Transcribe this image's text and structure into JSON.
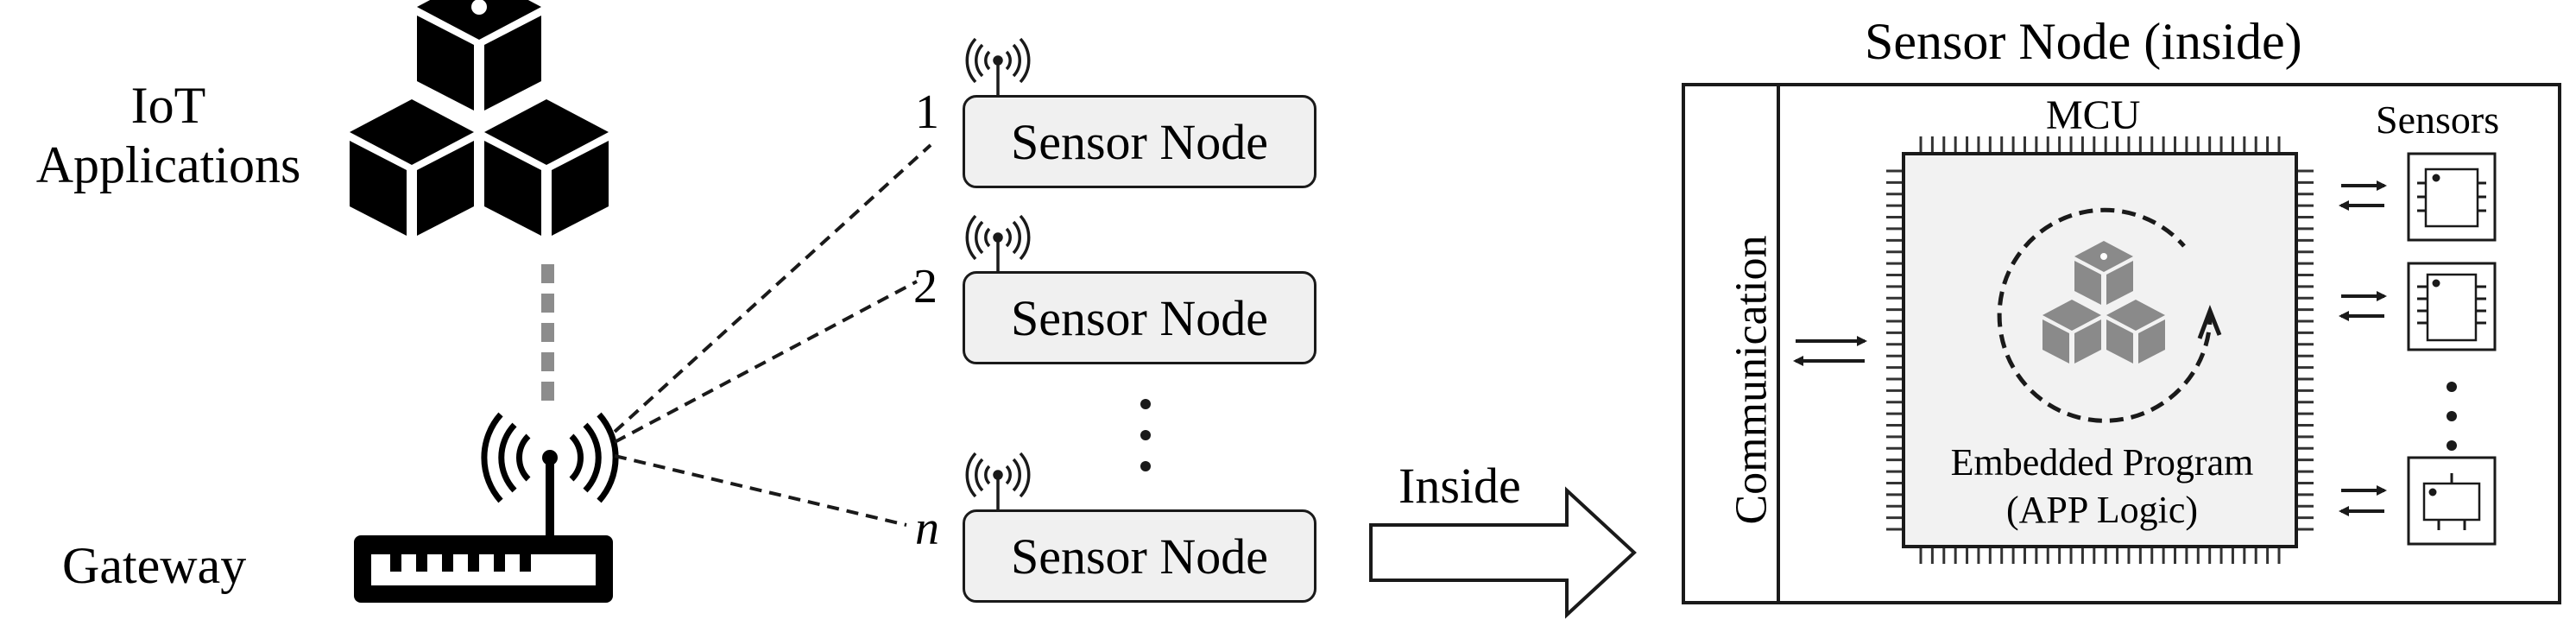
{
  "labels": {
    "iot_applications_line1": "IoT",
    "iot_applications_line2": "Applications",
    "gateway": "Gateway",
    "inside": "Inside",
    "sensor_node_inside_title": "Sensor Node (inside)",
    "mcu": "MCU",
    "sensors": "Sensors",
    "communication": "Communication",
    "embedded_program_line1": "Embedded Program",
    "embedded_program_line2": "(APP Logic)"
  },
  "sensor_nodes": [
    {
      "index": "1",
      "label": "Sensor Node"
    },
    {
      "index": "2",
      "label": "Sensor Node"
    },
    {
      "index": "n",
      "label": "Sensor Node"
    }
  ],
  "colors": {
    "stroke": "#1a1a1a",
    "node_fill": "#f0f0f0",
    "mcu_fill": "#f2f2f2",
    "cube_gray": "#8a8a8a",
    "dotted_gray": "#8c8c8c"
  },
  "icons": [
    "iot-cubes-icon",
    "router-icon",
    "antenna-icon",
    "sensor-chip-icon",
    "cycle-arrow-icon"
  ]
}
